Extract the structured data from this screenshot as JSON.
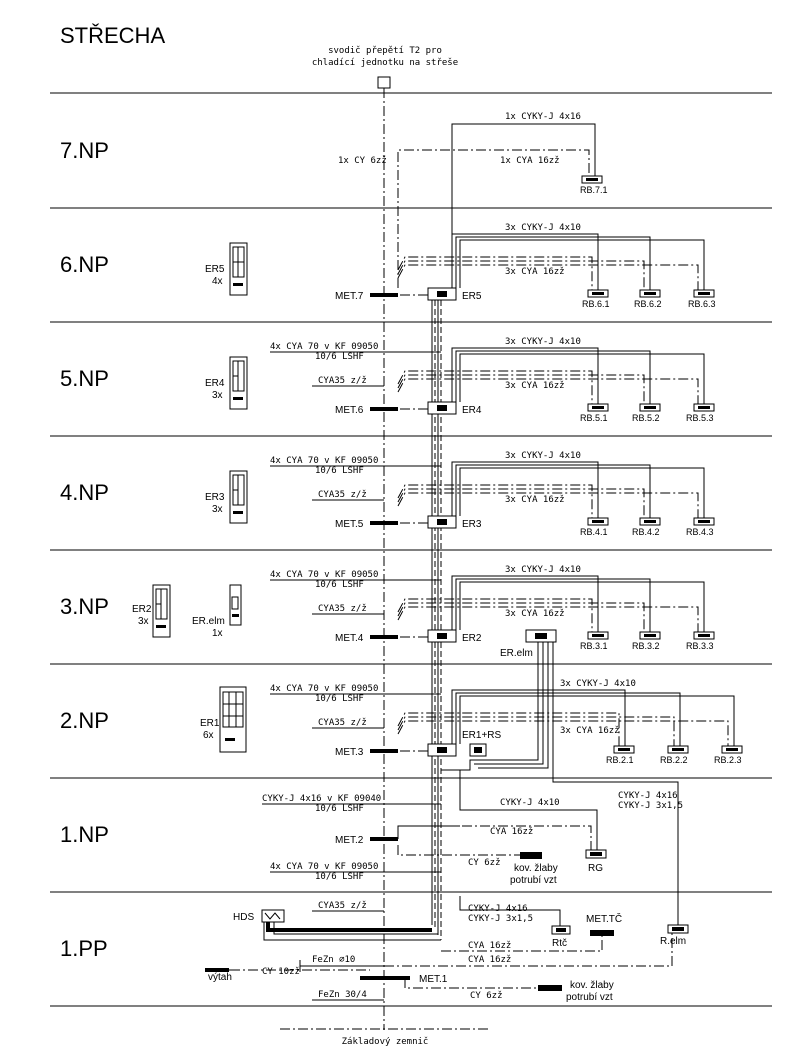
{
  "floors": {
    "roof": "STŘECHA",
    "f7": "7.NP",
    "f6": "6.NP",
    "f5": "5.NP",
    "f4": "4.NP",
    "f3": "3.NP",
    "f2": "2.NP",
    "f1": "1.NP",
    "pp1": "1.PP"
  },
  "roof": {
    "surge_label_1": "svodič přepětí T2 pro",
    "surge_label_2": "chladící jednotku na střeše"
  },
  "f7": {
    "cable_cy": "1x CY 6zž",
    "cable_cykyj": "1x CYKY-J 4x16",
    "cable_cya": "1x CYA 16zž",
    "rb": "RB.7.1"
  },
  "f6": {
    "er_code": "ER5",
    "er_qty": "4x",
    "met": "MET.7",
    "er": "ER5",
    "cable_cykyj": "3x CYKY-J 4x10",
    "cable_cya": "3x CYA 16zž",
    "rbs": [
      "RB.6.1",
      "RB.6.2",
      "RB.6.3"
    ]
  },
  "f5": {
    "er_code": "ER4",
    "er_qty": "3x",
    "riser_1": "4x CYA 70 v KF 09050",
    "riser_2": "10/6 LSHF",
    "cya35": "CYA35 z/ž",
    "met": "MET.6",
    "er": "ER4",
    "cable_cykyj": "3x CYKY-J 4x10",
    "cable_cya": "3x CYA 16zž",
    "rbs": [
      "RB.5.1",
      "RB.5.2",
      "RB.5.3"
    ]
  },
  "f4": {
    "er_code": "ER3",
    "er_qty": "3x",
    "riser_1": "4x CYA 70 v KF 09050",
    "riser_2": "10/6 LSHF",
    "cya35": "CYA35 z/ž",
    "met": "MET.5",
    "er": "ER3",
    "cable_cykyj": "3x CYKY-J 4x10",
    "cable_cya": "3x CYA 16zž",
    "rbs": [
      "RB.4.1",
      "RB.4.2",
      "RB.4.3"
    ]
  },
  "f3": {
    "er2_code": "ER2",
    "er2_qty": "3x",
    "erelm_code": "ER.elm",
    "erelm_qty": "1x",
    "riser_1": "4x CYA 70 v KF 09050",
    "riser_2": "10/6 LSHF",
    "cya35": "CYA35 z/ž",
    "met": "MET.4",
    "er": "ER2",
    "erelm": "ER.elm",
    "cable_cykyj": "3x CYKY-J 4x10",
    "cable_cya": "3x CYA 16zž",
    "rbs": [
      "RB.3.1",
      "RB.3.2",
      "RB.3.3"
    ]
  },
  "f2": {
    "er_code": "ER1",
    "er_qty": "6x",
    "riser_1": "4x CYA 70 v KF 09050",
    "riser_2": "10/6 LSHF",
    "cya35": "CYA35 z/ž",
    "met": "MET.3",
    "er": "ER1+RS",
    "cable_cykyj": "3x CYKY-J 4x10",
    "cable_cya": "3x CYA 16zž",
    "rbs": [
      "RB.2.1",
      "RB.2.2",
      "RB.2.3"
    ]
  },
  "f1": {
    "riser_a1": "CYKY-J 4x16 v KF 09040",
    "riser_a2": "10/6 LSHF",
    "met": "MET.2",
    "cable_cykyj": "CYKY-J 4x10",
    "cable_cya": "CYA 16zž",
    "cable_cy": "CY 6zž",
    "kov_1": "kov. žlaby",
    "kov_2": "potrubí vzt",
    "rg": "RG",
    "elm_1": "CYKY-J 4x16",
    "elm_2": "CYKY-J 3x1,5",
    "riser_b1": "4x CYA 70 v KF 09050",
    "riser_b2": "10/6 LSHF"
  },
  "pp1": {
    "hds": "HDS",
    "cya35": "CYA35 z/ž",
    "rtc_1": "CYKY-J 4x16",
    "rtc_2": "CYKY-J 3x1,5",
    "met_tc": "MET.TČ",
    "rtc": "Rtč",
    "relm": "R.elm",
    "cya16_a": "CYA 16zž",
    "cya16_b": "CYA 16zž",
    "fezn10": "FeZn ∅10",
    "vytah": "výtah",
    "cy10": "CY 10zž",
    "met1": "MET.1",
    "fezn30": "FeZn 30/4",
    "cy6": "CY 6zž",
    "kov_1": "kov. žlaby",
    "kov_2": "potrubí vzt"
  },
  "foot": {
    "zemnic": "Základový zemnič"
  }
}
